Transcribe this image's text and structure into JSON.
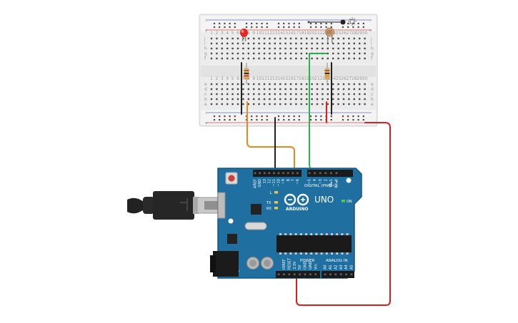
{
  "board": {
    "logo_text": "ARDUINO",
    "model": "UNO",
    "digital_header": "DIGITAL (PWM~)",
    "analog_header": "ANALOG IN",
    "power_header": "POWER",
    "on_label": "ON",
    "led_l": "L",
    "led_tx": "TX",
    "led_rx": "RX",
    "top_pins": [
      "AREF",
      "GND",
      "13",
      "12",
      "~11",
      "~10",
      "~9",
      "8",
      "7",
      "~6",
      "~5",
      "4",
      "~3",
      "2",
      "TX▸1",
      "RX◂0"
    ],
    "power_pins": [
      "IOREF",
      "RESET",
      "3.3V",
      "5V",
      "GND",
      "GND",
      "Vin"
    ],
    "analog_pins": [
      "A0",
      "A1",
      "A2",
      "A3",
      "A4",
      "A5"
    ]
  },
  "breadboard": {
    "row_letters_top": [
      "j",
      "i",
      "h",
      "g",
      "f"
    ],
    "row_letters_bottom": [
      "e",
      "d",
      "c",
      "b",
      "a"
    ],
    "column_numbers": [
      "1",
      "2",
      "3",
      "4",
      "5",
      "6",
      "7",
      "8",
      "9",
      "10",
      "11",
      "12",
      "13",
      "14",
      "15",
      "16",
      "17",
      "18",
      "19",
      "20",
      "21",
      "22",
      "23",
      "24",
      "25",
      "26",
      "27",
      "28",
      "29",
      "30"
    ],
    "rail_plus": "+",
    "rail_minus": "-"
  },
  "colors": {
    "board": "#1f6fa0",
    "board_dark": "#175780",
    "wire_orange": "#e88a1a",
    "wire_green": "#2bb24c",
    "wire_red": "#d81f1f",
    "wire_black": "#222222",
    "breadboard": "#ececec"
  }
}
